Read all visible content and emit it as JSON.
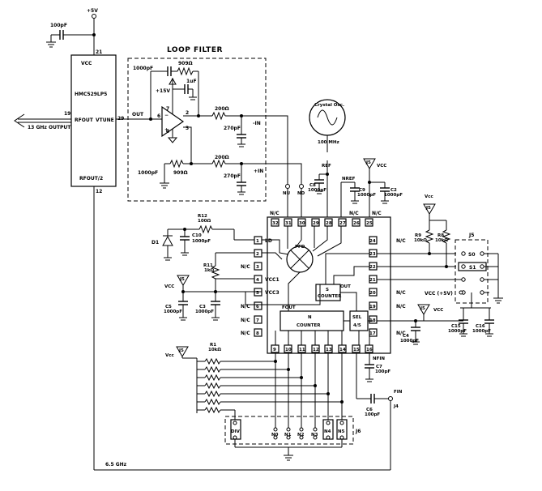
{
  "title": "LOOP FILTER",
  "vco": {
    "part": "HMC529LP5",
    "vcc": "VCC",
    "pin21": "21",
    "pin19": "19",
    "pin29": "29",
    "pin12": "12",
    "rfout": "RFOUT",
    "vtune": "VTUNE",
    "rfout2": "RFOUT/2",
    "out_label": "OUT"
  },
  "supply": {
    "p5v": "+5V",
    "cap100": "100pF",
    "p15v": "+15V",
    "vcc": "Vcc",
    "vcc_lower": "VCC"
  },
  "output": {
    "label": "13 GHz OUTPUT",
    "half_freq": "6.5 GHz"
  },
  "loop": {
    "c1000": "1000pF",
    "r909a": "909Ω",
    "r909b": "909Ω",
    "c1uf": "1uF",
    "r200a": "200Ω",
    "r200b": "200Ω",
    "c270a": "270pF",
    "c270b": "270pF",
    "c1000b": "1000pF",
    "p6": "6",
    "p7": "7",
    "p4": "4",
    "p2": "2",
    "p3": "3",
    "ninus": "-IN",
    "plus": "+IN"
  },
  "osc": {
    "label": "Crystal Osc.",
    "freq": "100 MHz",
    "ref": "REF",
    "nref": "NREF"
  },
  "pll": {
    "top_pins": [
      "32",
      "31",
      "30",
      "29",
      "28",
      "27",
      "26",
      "25"
    ],
    "top_nc": [
      "N/C",
      "N/C",
      "N/C"
    ],
    "left_pins": [
      "1",
      "2",
      "3",
      "4",
      "5",
      "6",
      "7",
      "8"
    ],
    "left_labels": [
      "LD",
      "",
      "N/C",
      "VCC1",
      "VCC3",
      "N/C",
      "N/C",
      "N/C"
    ],
    "right_pins": [
      "24",
      "23",
      "22",
      "21",
      "20",
      "19",
      "18",
      "17"
    ],
    "right_nc": [
      "N/C",
      "N/C",
      "N/C",
      "N/C"
    ],
    "bottom_pins": [
      "9",
      "10",
      "11",
      "12",
      "13",
      "14",
      "15",
      "16"
    ],
    "pfd": "PFD",
    "s_counter": [
      "S",
      "COUNTER"
    ],
    "n_counter": [
      "N",
      "COUNTER"
    ],
    "fout": "FOUT",
    "out": "OUT",
    "sel": [
      "SEL",
      "4/5"
    ],
    "nfin": "NFIN",
    "nu": "NU",
    "nd": "ND"
  },
  "parts": {
    "r12": [
      "R12",
      "100Ω"
    ],
    "c10": [
      "C10",
      "1000pF"
    ],
    "d1": "D1",
    "r11": [
      "R11",
      "1kΩ"
    ],
    "c5": [
      "C5",
      "1000pF"
    ],
    "c3": [
      "C3",
      "1000pF"
    ],
    "c8": [
      "C8",
      "1000pF"
    ],
    "c9": [
      "C9",
      "1000pF"
    ],
    "c2": [
      "C2",
      "1000pF"
    ],
    "r9": [
      "R9",
      "10kΩ"
    ],
    "r8": [
      "R8",
      "10kΩ"
    ],
    "c4": [
      "C4",
      "1000pF"
    ],
    "c7": [
      "C7",
      "100pF"
    ],
    "c6": [
      "C6",
      "100pF"
    ],
    "c15": [
      "C15",
      "1000pF"
    ],
    "c16": [
      "C16",
      "1000pF"
    ],
    "r1": [
      "R1",
      "10kΩ"
    ]
  },
  "connectors": {
    "j5": "J5",
    "j6": "J6",
    "j4": "J4",
    "fin": "FIN",
    "s0": "S0",
    "s1": "S1",
    "vcc5": "VCC (+5V)",
    "j6_labels": [
      "DIV",
      "N0",
      "N1",
      "N2",
      "N3",
      "N4",
      "N5"
    ]
  }
}
